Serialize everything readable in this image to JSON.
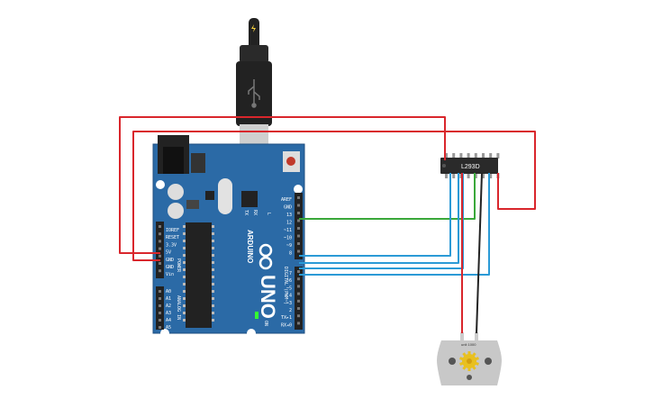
{
  "colors": {
    "board": "#2b6aa6",
    "board_edge": "#1f4f80",
    "wire_red": "#d9262c",
    "wire_green": "#3aa83a",
    "wire_blue": "#2b9ad6",
    "wire_black": "#222222",
    "chip": "#2a2a2a",
    "motor_body": "#c8c8c8",
    "motor_gear": "#e8c020"
  },
  "board": {
    "brand": "ARDUINO",
    "model": "UNO",
    "section_power": "POWER",
    "section_analog": "ANALOG IN",
    "section_digital": "DIGITAL (PWM~)",
    "led_tx": "TX",
    "led_rx": "RX",
    "led_l": "L",
    "led_on": "ON",
    "power_pins": [
      "IOREF",
      "RESET",
      "3.3V",
      "5V",
      "GND",
      "GND",
      "Vin"
    ],
    "analog_pins": [
      "A0",
      "A1",
      "A2",
      "A3",
      "A4",
      "A5"
    ],
    "digital_pins_top": [
      "AREF",
      "GND",
      "13",
      "12",
      "~11",
      "~10",
      "~9",
      "8"
    ],
    "digital_pins_bottom": [
      "7",
      "~6",
      "~5",
      "4",
      "~3",
      "2",
      "TX▸1",
      "RX◂0"
    ]
  },
  "chip": {
    "label": "L293D"
  },
  "motor": {
    "label": "unit 1000"
  },
  "icons": {
    "usb_plug": "usb-plug-icon",
    "usb_symbol": "usb-symbol-icon",
    "lightning": "lightning-icon",
    "infinity_logo": "arduino-logo-icon"
  }
}
